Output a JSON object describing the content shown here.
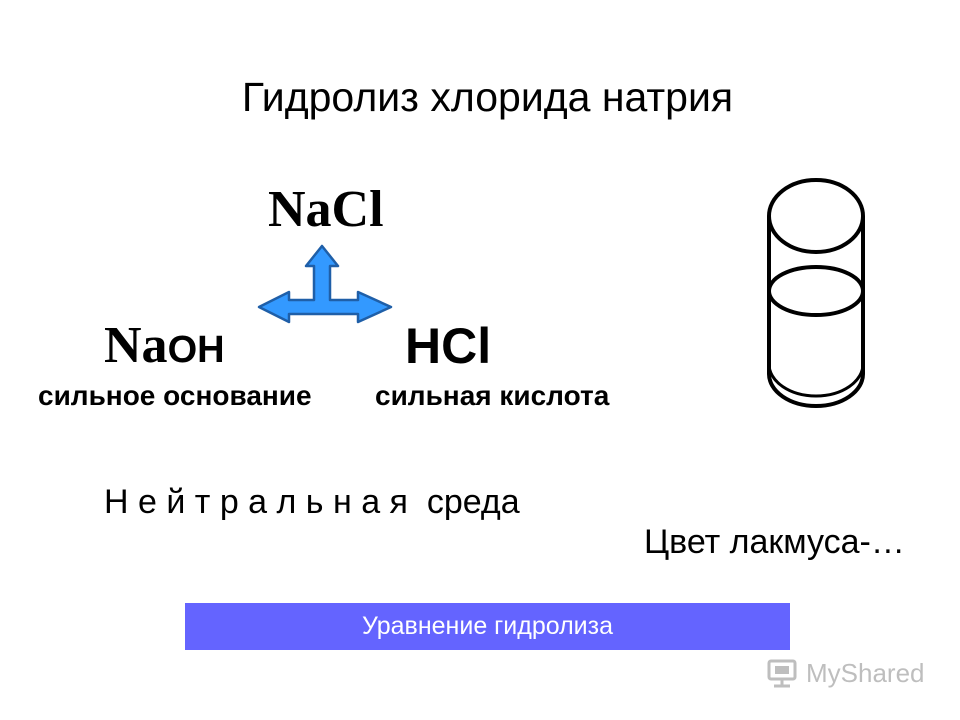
{
  "slide": {
    "title": "Гидролиз хлорида натрия",
    "salt": "NaCl",
    "base": {
      "prefix": "Na",
      "suffix": "OH",
      "label": "сильное основание"
    },
    "acid": {
      "formula": "HCl",
      "label": "сильная кислота"
    },
    "medium": "Н е й т р а л ь н а я  среда",
    "litmus": "Цвет лакмуса-…",
    "equation_button": "Уравнение гидролиза"
  },
  "watermark": {
    "text": "MyShared"
  },
  "icons": {
    "arrow": "three-way-arrow-icon",
    "beaker": "beaker-icon",
    "watermark": "myshared-logo-icon"
  },
  "colors": {
    "arrow_fill": "#3399ff",
    "arrow_stroke": "#1f5fa8",
    "button_bg": "#6464ff",
    "button_text": "#ffffff"
  }
}
